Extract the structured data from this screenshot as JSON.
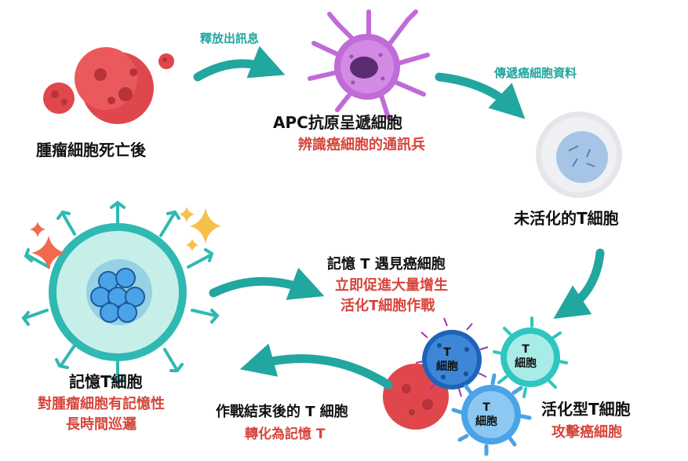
{
  "colors": {
    "teal": "#22a6a0",
    "red": "#d6453b",
    "tumor_red": "#e0474c",
    "apc_purple": "#c06bd8",
    "tcell_blue": "#4aa3e6"
  },
  "arrow_labels": {
    "release_signal": "釋放出訊息",
    "transmit_info": "傳遞癌細胞資料"
  },
  "tumor": {
    "title": "腫瘤細胞死亡後"
  },
  "apc": {
    "title": "APC抗原呈遞細胞",
    "subtitle": "辨識癌細胞的通訊兵"
  },
  "naive_t": {
    "title": "未活化的T細胞"
  },
  "active_t": {
    "title": "活化型T細胞",
    "subtitle": "攻擊癌細胞",
    "cell_label_a": "T\n細胞",
    "cell_label_b": "T\n細胞",
    "cell_label_c": "T\n細胞"
  },
  "after_battle": {
    "title": "作戰結束後的 T 細胞",
    "subtitle": "轉化為記憶 T"
  },
  "memory_t": {
    "title": "記憶T細胞",
    "subtitle_1": "對腫瘤細胞有記憶性",
    "subtitle_2": "長時間巡邏"
  },
  "reencounter": {
    "title": "記憶 T 遇見癌細胞",
    "subtitle_1": "立即促進大量增生",
    "subtitle_2": "活化T細胞作戰"
  },
  "icons": [
    "sparkle-icon",
    "curved-arrow-icon"
  ]
}
